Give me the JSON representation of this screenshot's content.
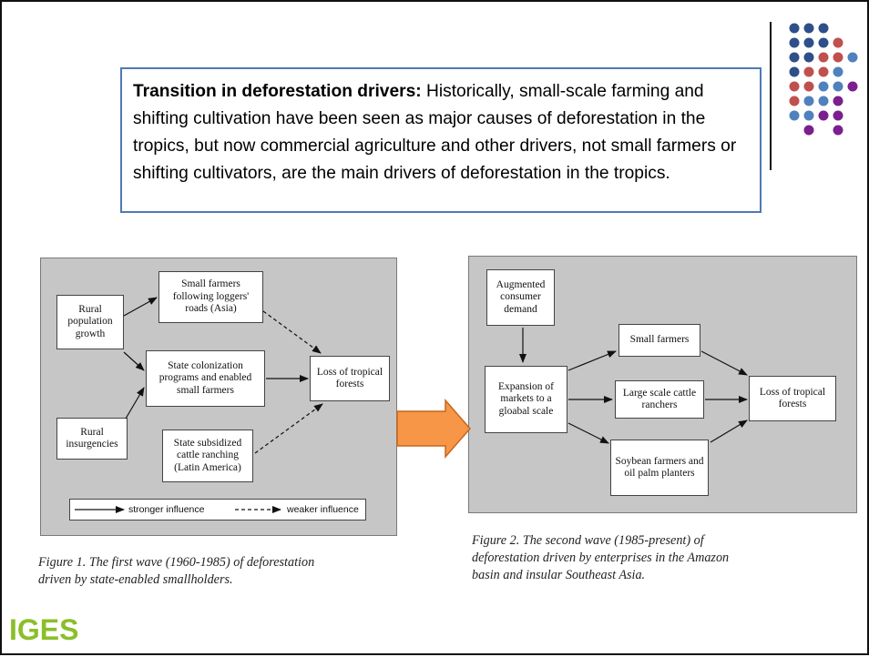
{
  "callout": {
    "title": "Transition in deforestation drivers:",
    "text": " Historically, small-scale farming and shifting cultivation have been seen as major causes of deforestation in the tropics, but now commercial agriculture and other drivers, not small farmers or shifting cultivators, are the main drivers of deforestation in the tropics."
  },
  "figure1": {
    "rural_population": "Rural population growth",
    "small_farmers_loggers": "Small farmers following loggers' roads (Asia)",
    "state_colonization": "State colonization programs and enabled small farmers",
    "rural_insurgencies": "Rural insurgencies",
    "cattle_ranching": "State subsidized cattle ranching (Latin America)",
    "loss": "Loss of tropical forests",
    "legend_strong": "stronger influence",
    "legend_weak": "weaker influence",
    "caption_line1": "Figure 1. The first wave (1960-1985) of deforestation",
    "caption_line2": "driven by state-enabled smallholders."
  },
  "figure2": {
    "consumer_demand": "Augmented consumer demand",
    "expansion": "Expansion of markets to a gloabal scale",
    "small_farmers": "Small farmers",
    "cattle_ranchers": "Large scale cattle ranchers",
    "soybean": "Soybean farmers and oil palm planters",
    "loss": "Loss of tropical forests",
    "caption_line1": "Figure 2. The second wave (1985-present) of",
    "caption_line2": "deforestation driven by enterprises in the Amazon",
    "caption_line3": "basin and insular Southeast Asia."
  },
  "logo": {
    "text": "IGES",
    "color": "#8bbf2a"
  },
  "colors": {
    "dot_blue_dark": "#2e4f8a",
    "dot_red": "#c0504d",
    "dot_blue_light": "#4f81bd",
    "dot_purple": "#7b1f8f",
    "arrow": "#f79646"
  }
}
